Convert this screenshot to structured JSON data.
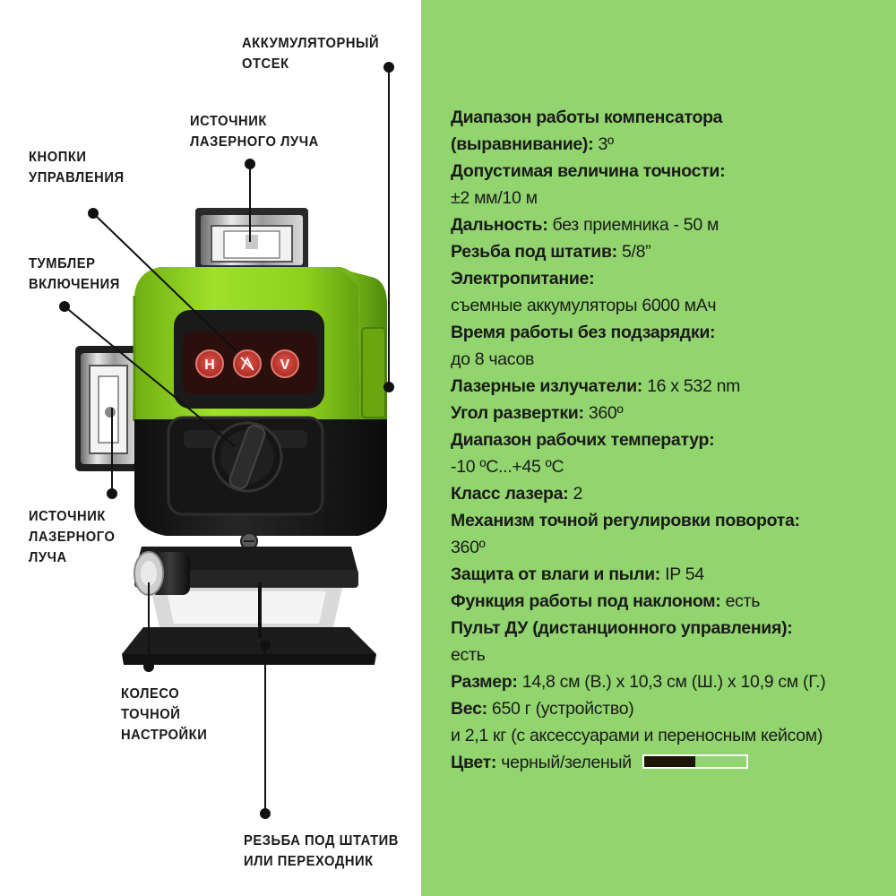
{
  "labels": {
    "battery": [
      "АККУМУЛЯТОРНЫЙ",
      "ОТСЕК"
    ],
    "laser_source_top": [
      "ИСТОЧНИК",
      "ЛАЗЕРНОГО ЛУЧА"
    ],
    "control_buttons": [
      "КНОПКИ",
      "УПРАВЛЕНИЯ"
    ],
    "power_switch": [
      "ТУМБЛЕР",
      "ВКЛЮЧЕНИЯ"
    ],
    "laser_source_side": [
      "ИСТОЧНИК",
      "ЛАЗЕРНОГО",
      "ЛУЧА"
    ],
    "fine_wheel": [
      "КОЛЕСО",
      "ТОЧНОЙ",
      "НАСТРОЙКИ"
    ],
    "tripod_thread": [
      "РЕЗЬБА ПОД ШТАТИВ",
      "ИЛИ ПЕРЕХОДНИК"
    ]
  },
  "device_buttons": [
    "H",
    "V"
  ],
  "specs": [
    {
      "bold": "Диапазон работы компенсатора",
      "text": ""
    },
    {
      "bold": "(выравнивание):",
      "text": " 3º"
    },
    {
      "bold": "Допустимая величина точности:",
      "text": ""
    },
    {
      "bold": "",
      "text": "±2 мм/10 м"
    },
    {
      "bold": "Дальность:",
      "text": " без приемника - 50 м"
    },
    {
      "bold": "Резьба под штатив:",
      "text": " 5/8”"
    },
    {
      "bold": "Электропитание:",
      "text": ""
    },
    {
      "bold": "",
      "text": "съемные аккумуляторы 6000 мАч"
    },
    {
      "bold": "Время работы без подзарядки:",
      "text": ""
    },
    {
      "bold": "",
      "text": "до 8 часов"
    },
    {
      "bold": "Лазерные излучатели:",
      "text": " 16 x 532 nm"
    },
    {
      "bold": "Угол развертки:",
      "text": " 360º"
    },
    {
      "bold": "Диапазон рабочих температур:",
      "text": ""
    },
    {
      "bold": "",
      "text": "-10 ºC...+45 ºC"
    },
    {
      "bold": "Класс лазера:",
      "text": " 2"
    },
    {
      "bold": "Механизм точной регулировки поворота:",
      "text": ""
    },
    {
      "bold": "",
      "text": "360º"
    },
    {
      "bold": "Защита от влаги и пыли:",
      "text": " IP 54"
    },
    {
      "bold": "Функция работы под наклоном:",
      "text": " есть"
    },
    {
      "bold": "Пульт ДУ (дистанционного управления):",
      "text": ""
    },
    {
      "bold": "",
      "text": "есть"
    },
    {
      "bold": "Размер:",
      "text": " 14,8 см (В.) x 10,3 см (Ш.) x 10,9 см (Г.)"
    },
    {
      "bold": "Вес:",
      "text": " 650 г (устройство)"
    },
    {
      "bold": "",
      "text": "и 2,1 кг (с аксессуарами и переносным кейсом)"
    }
  ],
  "color_row": {
    "bold": "Цвет:",
    "text": " черный/зеленый"
  },
  "colors": {
    "panel": "#92d46e",
    "body_green": "#8ed21e",
    "body_black": "#1b1b1b",
    "button_red": "#c8372f",
    "swatch_dark": "#1d1608",
    "swatch_light": "#92d46e"
  }
}
